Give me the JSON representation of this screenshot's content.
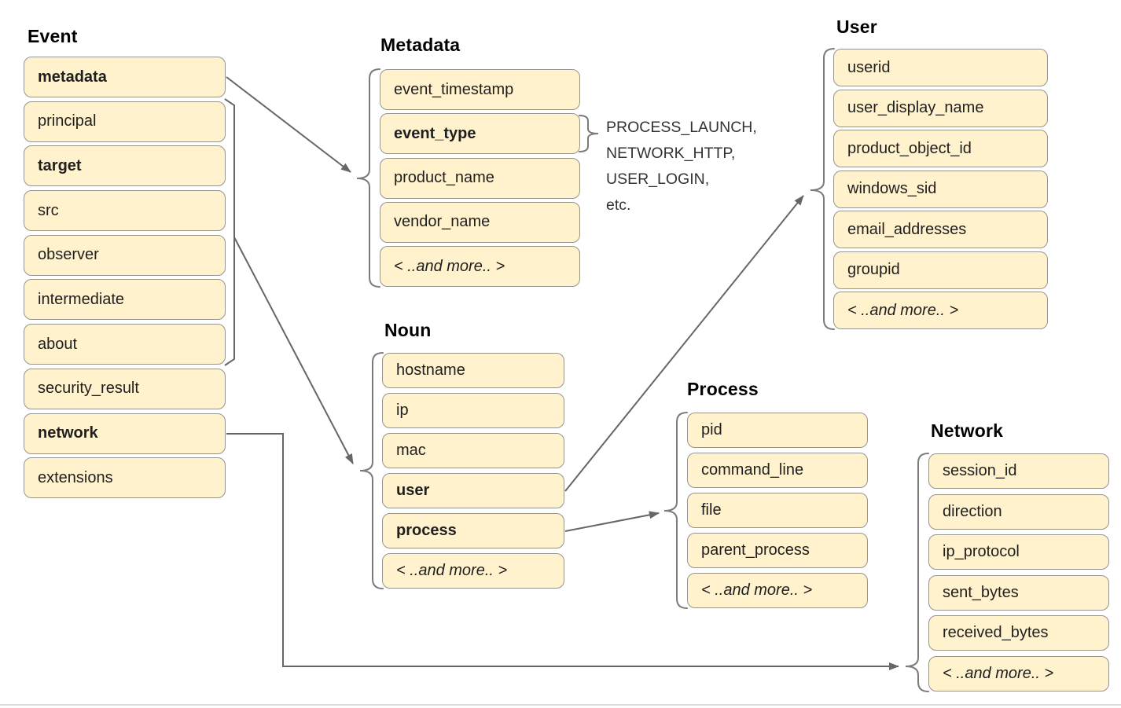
{
  "diagram": {
    "groups": {
      "event": {
        "title": "Event",
        "items": [
          {
            "label": "metadata",
            "bold": true
          },
          {
            "label": "principal",
            "bold": false
          },
          {
            "label": "target",
            "bold": true
          },
          {
            "label": "src",
            "bold": false
          },
          {
            "label": "observer",
            "bold": false
          },
          {
            "label": "intermediate",
            "bold": false
          },
          {
            "label": "about",
            "bold": false
          },
          {
            "label": "security_result",
            "bold": false
          },
          {
            "label": "network",
            "bold": true
          },
          {
            "label": "extensions",
            "bold": false
          }
        ]
      },
      "metadata": {
        "title": "Metadata",
        "items": [
          {
            "label": "event_timestamp",
            "bold": false
          },
          {
            "label": "event_type",
            "bold": true
          },
          {
            "label": "product_name",
            "bold": false
          },
          {
            "label": "vendor_name",
            "bold": false
          },
          {
            "label": "< ..and more.. >",
            "bold": false,
            "italic": true
          }
        ]
      },
      "user": {
        "title": "User",
        "items": [
          {
            "label": "userid",
            "bold": false
          },
          {
            "label": "user_display_name",
            "bold": false
          },
          {
            "label": "product_object_id",
            "bold": false
          },
          {
            "label": "windows_sid",
            "bold": false
          },
          {
            "label": "email_addresses",
            "bold": false
          },
          {
            "label": "groupid",
            "bold": false
          },
          {
            "label": "< ..and more.. >",
            "bold": false,
            "italic": true
          }
        ]
      },
      "noun": {
        "title": "Noun",
        "items": [
          {
            "label": "hostname",
            "bold": false
          },
          {
            "label": "ip",
            "bold": false
          },
          {
            "label": "mac",
            "bold": false
          },
          {
            "label": "user",
            "bold": true
          },
          {
            "label": "process",
            "bold": true
          },
          {
            "label": "< ..and more.. >",
            "bold": false,
            "italic": true
          }
        ]
      },
      "process": {
        "title": "Process",
        "items": [
          {
            "label": "pid",
            "bold": false
          },
          {
            "label": "command_line",
            "bold": false
          },
          {
            "label": "file",
            "bold": false
          },
          {
            "label": "parent_process",
            "bold": false
          },
          {
            "label": "< ..and more.. >",
            "bold": false,
            "italic": true
          }
        ]
      },
      "network": {
        "title": "Network",
        "items": [
          {
            "label": "session_id",
            "bold": false
          },
          {
            "label": "direction",
            "bold": false
          },
          {
            "label": "ip_protocol",
            "bold": false
          },
          {
            "label": "sent_bytes",
            "bold": false
          },
          {
            "label": "received_bytes",
            "bold": false
          },
          {
            "label": "< ..and more.. >",
            "bold": false,
            "italic": true
          }
        ]
      }
    },
    "event_type_examples": [
      "PROCESS_LAUNCH,",
      "NETWORK_HTTP,",
      "USER_LOGIN,",
      "etc."
    ],
    "colors": {
      "box_fill": "#fff2cc",
      "box_border": "#949494",
      "connector": "#666666",
      "brace": "#7b7b7b",
      "text": "#1f1f1f",
      "divider": "#dcdcdc"
    }
  }
}
